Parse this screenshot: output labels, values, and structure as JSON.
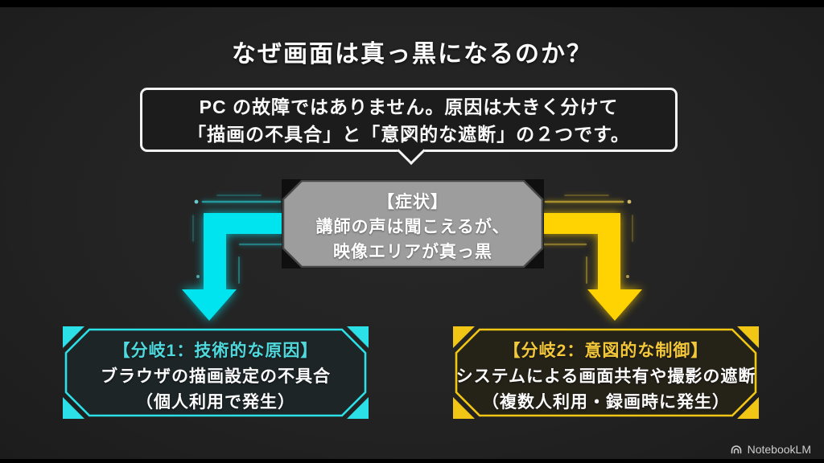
{
  "page": {
    "title": "なぜ画面は真っ黒になるのか？"
  },
  "intro_bubble": {
    "line1": "PC の故障ではありません。原因は大きく分けて",
    "line2": "「描画の不具合」と「意図的な遮断」の２つです。"
  },
  "symptom_box": {
    "title": "【症状】",
    "line1": "講師の声は聞こえるが、",
    "line2": "映像エリアが真っ黒"
  },
  "branches": [
    {
      "title": "【分岐1：技術的な原因】",
      "line1": "ブラウザの描画設定の不具合",
      "line2": "（個人利用で発生）",
      "accent_color": "#2be0e6"
    },
    {
      "title": "【分岐2：意図的な制御】",
      "line1": "システムによる画面共有や撮影の遮断",
      "line2": "（複数人利用・録画時に発生）",
      "accent_color": "#f2c614"
    }
  ],
  "colors": {
    "background": "#232323",
    "symptom_fill": "#9d9d9d",
    "cyan_arrow": "#00e4ef",
    "yellow_arrow": "#ffd202",
    "bubble_border": "#f4f4f4"
  },
  "watermark": {
    "brand": "NotebookLM"
  }
}
